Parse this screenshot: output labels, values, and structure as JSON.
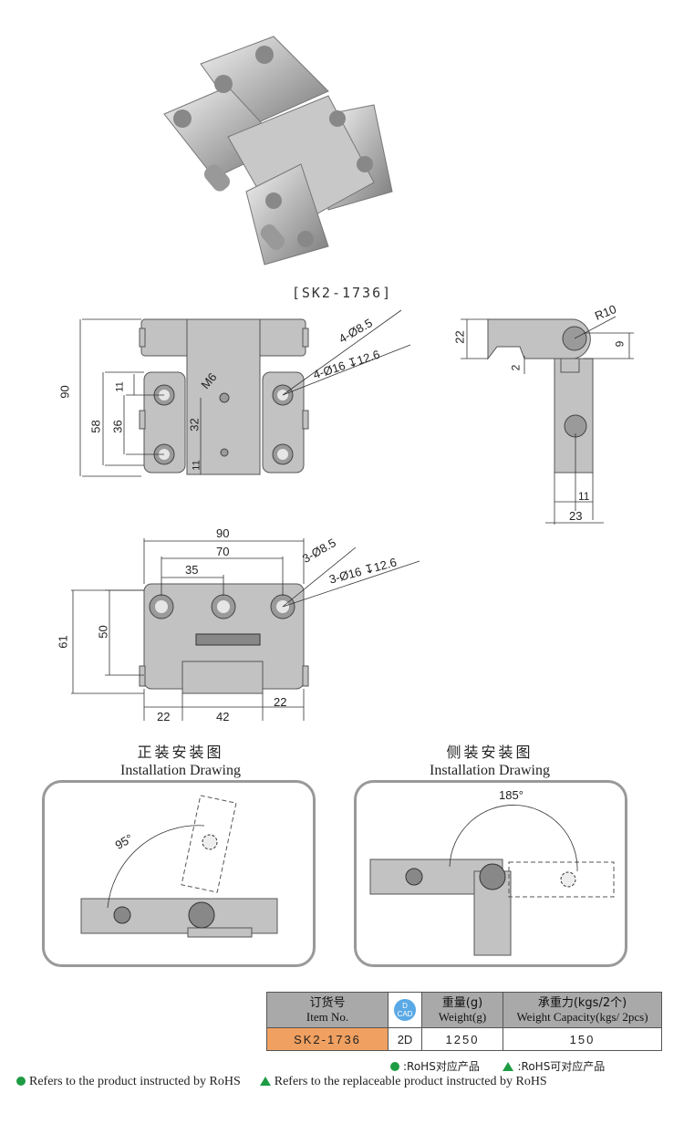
{
  "model_label": "[SK2-1736]",
  "front_view": {
    "dim_height": "90",
    "dim_hole_span": "58",
    "dim_inner": "36",
    "dim_small": "11",
    "dim_mid": "32",
    "dim_bottom": "11",
    "thread": "M6",
    "callout_1": "4-Ø8.5",
    "callout_2": "4-Ø16 ↧12.6"
  },
  "side_view": {
    "dim_22": "22",
    "dim_r10": "R10",
    "dim_9": "9",
    "dim_2": "2",
    "dim_11": "11",
    "dim_23": "23"
  },
  "bottom_view": {
    "dim_90": "90",
    "dim_70": "70",
    "dim_35": "35",
    "dim_61": "61",
    "dim_50": "50",
    "dim_22a": "22",
    "dim_42": "42",
    "dim_22b": "22",
    "callout_1": "3-Ø8.5",
    "callout_2": "3-Ø16 ↧12.6"
  },
  "install_front": {
    "title_cn": "正装安装图",
    "title_en": "Installation Drawing",
    "angle": "95°"
  },
  "install_side": {
    "title_cn": "侧装安装图",
    "title_en": "Installation Drawing",
    "angle": "185°"
  },
  "spec_table": {
    "h_item_cn": "订货号",
    "h_item_en": "Item No.",
    "h_cad_top": "D",
    "h_cad_bottom": "CAD",
    "h_weight_cn": "重量(g)",
    "h_weight_en": "Weight(g)",
    "h_cap_cn": "承重力(kgs/2个)",
    "h_cap_en": "Weight Capacity(kgs/ 2pcs)",
    "item": "SK2-1736",
    "cad": "2D",
    "weight": "1250",
    "capacity": "150"
  },
  "legend": {
    "rohs_cn": ":RoHS对应产品",
    "rohs_replace_cn": ":RoHS可对应产品",
    "rohs_en": "Refers to the product instructed by RoHS",
    "rohs_replace_en": "Refers to the replaceable product instructed by RoHS"
  },
  "colors": {
    "metal": "#b8b8b8",
    "table_head": "#a9a9a9",
    "item_cell": "#f0a060",
    "rohs_green": "#1e9c44"
  }
}
